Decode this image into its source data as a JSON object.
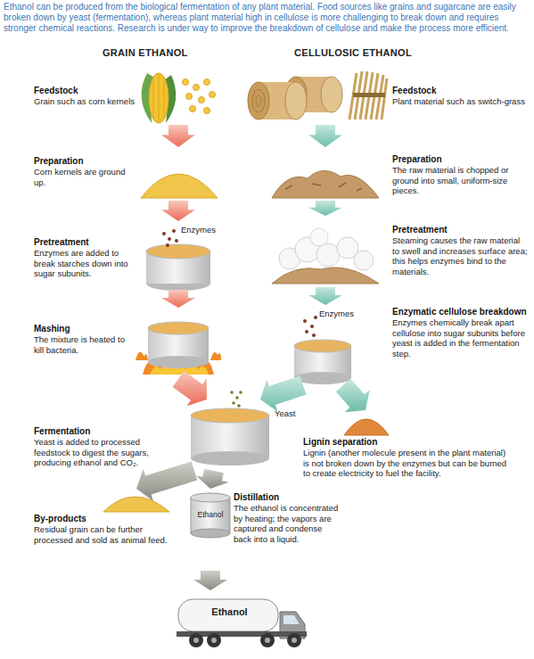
{
  "diagram": {
    "caption": "Ethanol can be produced from the biological fermentation of any plant material. Food sources like grains and sugarcane are easily broken down by yeast (fermentation), whereas plant material high in cellulose is more challenging to break down and requires stronger chemical reactions. Research is under way to improve the breakdown of cellulose and make the process more efficient.",
    "nodes": [
      {
        "text": [
          "Feedstock",
          "Grain such as corn kernels"
        ]
      },
      {
        "text": [
          "Feedstock",
          "Plant material such as switch-grass"
        ]
      },
      {
        "text": [
          "Preparation",
          "Corn kernels are ground up."
        ]
      },
      {
        "text": [
          "Preparation",
          "The raw material is chopped or ground into small, uniform-size pieces."
        ]
      },
      {
        "text": [
          "Pretreatment",
          "Enzymes are added to break starches down into sugar subunits."
        ]
      },
      {
        "text": [
          "Pretreatment",
          "Steaming causes the raw material to swell and increases surface area; this helps enzymes bind to the materials."
        ]
      },
      {
        "text": [
          "Mashing",
          "The mixture is heated to kill bacteria."
        ]
      },
      {
        "text": [
          "Enzymatic cellulose breakdown",
          "Enzymes chemically break apart cellulose into sugar subunits before yeast is added in the fermentation step."
        ]
      },
      {
        "text": [
          "Fermentation",
          "Yeast is added to processed feedstock to digest the sugars, producing ethanol and CO₂."
        ]
      },
      {
        "text": [
          "Lignin separation",
          "Lignin (another molecule present in the plant material) is not broken down by the enzymes but can be burned to create electricity to fuel the facility."
        ]
      },
      {
        "text": [
          "By-products",
          "Residual grain can be further processed and sold as animal feed."
        ]
      },
      {
        "text": [
          "Distillation",
          "The ethanol is concentrated by heating; the vapors are captured and condense back into a liquid."
        ]
      },
      {
        "text": [
          "Ethanol"
        ]
      }
    ],
    "edges": [
      {
        "from": 0,
        "to": 2,
        "arrow": "to"
      },
      {
        "from": 2,
        "to": 4,
        "arrow": "to"
      },
      {
        "from": 4,
        "to": 6,
        "arrow": "to"
      },
      {
        "from": 6,
        "to": 8,
        "arrow": "to"
      },
      {
        "from": 1,
        "to": 3,
        "arrow": "to"
      },
      {
        "from": 3,
        "to": 5,
        "arrow": "to"
      },
      {
        "from": 5,
        "to": 7,
        "arrow": "to"
      },
      {
        "from": 7,
        "to": 8,
        "arrow": "to"
      },
      {
        "from": 7,
        "to": 9,
        "arrow": "to"
      },
      {
        "from": 8,
        "to": 10,
        "arrow": "to"
      },
      {
        "from": 8,
        "to": 11,
        "arrow": "to"
      },
      {
        "from": 11,
        "to": 12,
        "arrow": "to"
      }
    ],
    "labels": [
      "GRAIN ETHANOL",
      "CELLULOSIC ETHANOL",
      "Enzymes",
      "Enzymes",
      "Yeast",
      "Ethanol"
    ]
  }
}
